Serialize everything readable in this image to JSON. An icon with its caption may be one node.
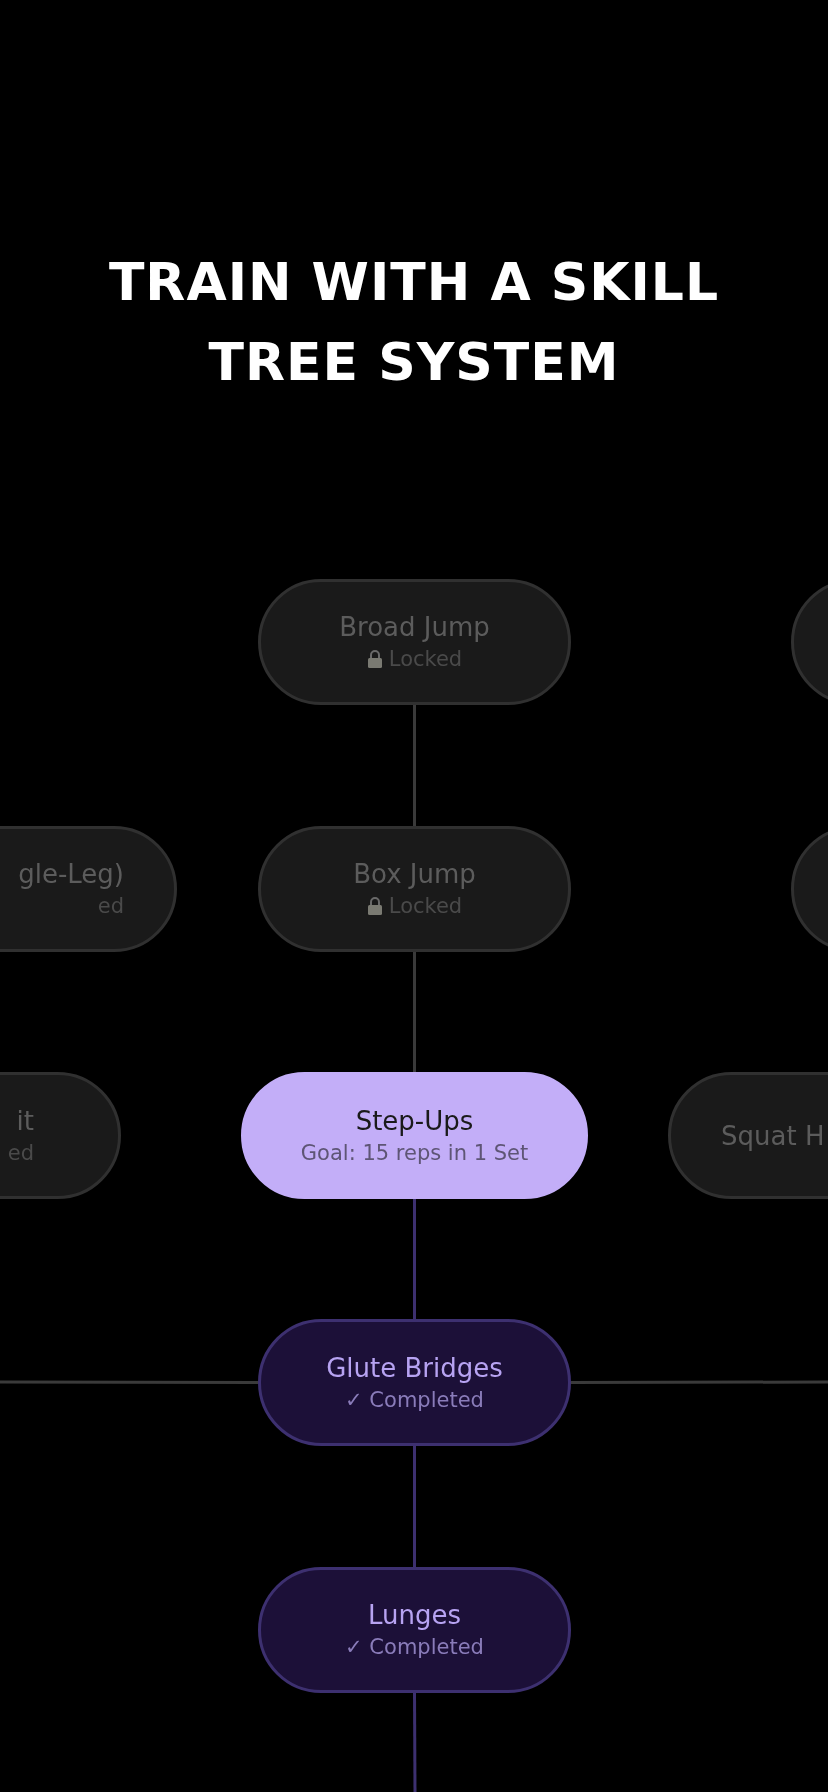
{
  "diagram": {
    "title": "TRAIN WITH A SKILL TREE SYSTEM",
    "nodes": [
      {
        "text": [
          "Broad Jump",
          "Locked"
        ]
      },
      {
        "text": [],
        "shape": "box"
      },
      {
        "text": [
          "gle-Leg)",
          "ed"
        ]
      },
      {
        "text": [
          "Box Jump",
          "Locked"
        ]
      },
      {
        "text": [],
        "shape": "box"
      },
      {
        "text": [
          "it",
          "ed"
        ]
      },
      {
        "text": [
          "Step-Ups",
          "Goal: 15 reps in 1 Set"
        ]
      },
      {
        "text": [
          "Squat H"
        ]
      },
      {
        "text": [
          "Glute Bridges",
          "✓ Completed"
        ]
      },
      {
        "text": [
          "Lunges",
          "✓ Completed"
        ]
      }
    ],
    "edges": [
      {
        "from": 0,
        "to": 3,
        "arrow": "none"
      },
      {
        "from": 3,
        "to": 6,
        "arrow": "none"
      },
      {
        "from": 6,
        "to": 8,
        "arrow": "none",
        "color": "#3d3070"
      },
      {
        "from": null,
        "to": 8,
        "arrow": "none"
      },
      {
        "from": 8,
        "to": null,
        "arrow": "none"
      },
      {
        "from": 8,
        "to": 9,
        "arrow": "none",
        "color": "#3d3070"
      },
      {
        "from": 9,
        "to": null,
        "arrow": "none",
        "color": "#3d3070"
      }
    ]
  }
}
